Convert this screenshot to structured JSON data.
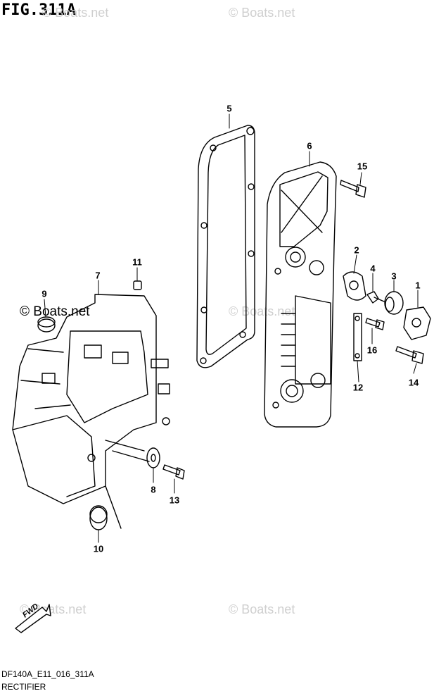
{
  "header": {
    "figure_title": "FIG.311A"
  },
  "watermarks": {
    "top_left": "© Boats.net",
    "top_right": "© Boats.net",
    "middle_left": "© Boats.net",
    "middle_right": "© Boats.net",
    "bottom_left": "© Boats.net",
    "bottom_right": "© Boats.net"
  },
  "parts": {
    "p1": "1",
    "p2": "2",
    "p3": "3",
    "p4": "4",
    "p5": "5",
    "p6": "6",
    "p7": "7",
    "p8": "8",
    "p9": "9",
    "p10": "10",
    "p11": "11",
    "p12": "12",
    "p13": "13",
    "p14": "14",
    "p15": "15",
    "p16": "16"
  },
  "direction_marker": {
    "label": "FWD"
  },
  "footer": {
    "code": "DF140A_E11_016_311A",
    "name": "RECTIFIER"
  }
}
